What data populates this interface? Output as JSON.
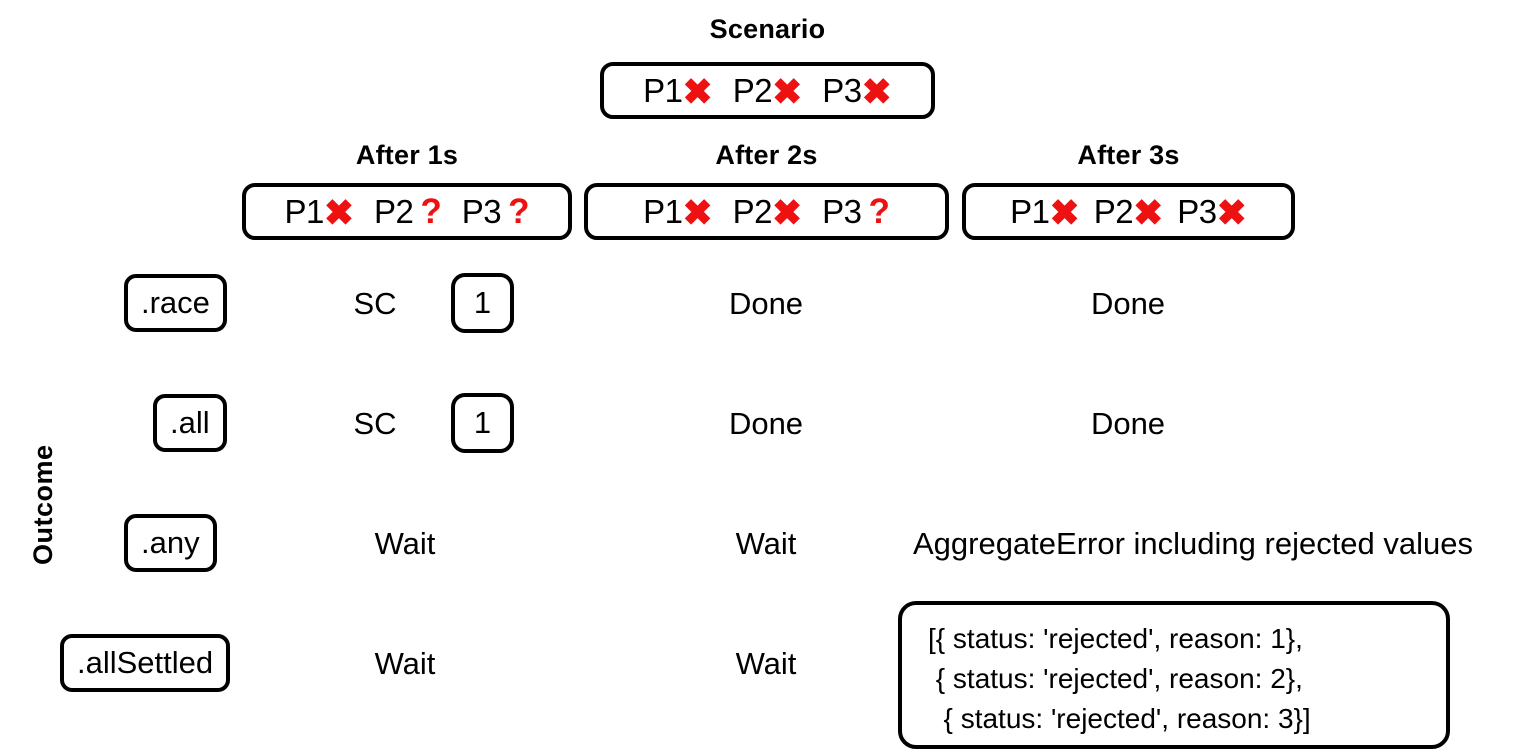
{
  "axis": {
    "outcome_label": "Outcome"
  },
  "scenario": {
    "title": "Scenario",
    "promises": [
      {
        "name": "P1",
        "state": "rejected",
        "glyph": "x-mark-icon"
      },
      {
        "name": "P2",
        "state": "rejected",
        "glyph": "x-mark-icon"
      },
      {
        "name": "P3",
        "state": "rejected",
        "glyph": "x-mark-icon"
      }
    ]
  },
  "columns": [
    {
      "title": "After 1s",
      "promises": [
        {
          "name": "P1",
          "state": "rejected",
          "glyph": "x-mark-icon"
        },
        {
          "name": "P2",
          "state": "pending",
          "glyph": "question-mark-icon"
        },
        {
          "name": "P3",
          "state": "pending",
          "glyph": "question-mark-icon"
        }
      ]
    },
    {
      "title": "After 2s",
      "promises": [
        {
          "name": "P1",
          "state": "rejected",
          "glyph": "x-mark-icon"
        },
        {
          "name": "P2",
          "state": "rejected",
          "glyph": "x-mark-icon"
        },
        {
          "name": "P3",
          "state": "pending",
          "glyph": "question-mark-icon"
        }
      ]
    },
    {
      "title": "After 3s",
      "promises": [
        {
          "name": "P1",
          "state": "rejected",
          "glyph": "x-mark-icon"
        },
        {
          "name": "P2",
          "state": "rejected",
          "glyph": "x-mark-icon"
        },
        {
          "name": "P3",
          "state": "rejected",
          "glyph": "x-mark-icon"
        }
      ]
    }
  ],
  "rows": [
    {
      "method": ".race",
      "after_1s": {
        "text": "SC",
        "chip": "1"
      },
      "after_2s": {
        "text": "Done"
      },
      "after_3s": {
        "text": "Done"
      }
    },
    {
      "method": ".all",
      "after_1s": {
        "text": "SC",
        "chip": "1"
      },
      "after_2s": {
        "text": "Done"
      },
      "after_3s": {
        "text": "Done"
      }
    },
    {
      "method": ".any",
      "after_1s": {
        "text": "Wait"
      },
      "after_2s": {
        "text": "Wait"
      },
      "after_3s": {
        "text": "AggregateError including rejected values"
      }
    },
    {
      "method": ".allSettled",
      "after_1s": {
        "text": "Wait"
      },
      "after_2s": {
        "text": "Wait"
      },
      "after_3s": {
        "code": "[{ status: 'rejected', reason: 1},\n { status: 'rejected', reason: 2},\n  { status: 'rejected', reason: 3}]"
      }
    }
  ],
  "symbols": {
    "x_mark": "✖",
    "question_mark": "?"
  },
  "colors": {
    "mark_red": "#ee1111",
    "ink": "#000000",
    "background": "#ffffff"
  }
}
